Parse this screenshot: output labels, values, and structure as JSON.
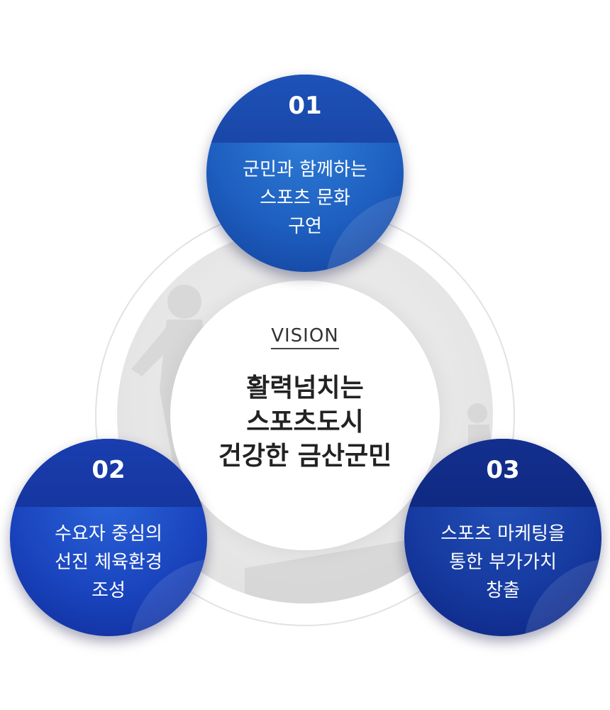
{
  "center": {
    "vision_label": "VISION",
    "lines": [
      "활력넘치는",
      "스포츠도시",
      "건강한 금산군민"
    ]
  },
  "goals": [
    {
      "number": "01",
      "lines": [
        "군민과 함께하는",
        "스포츠 문화",
        "구연"
      ]
    },
    {
      "number": "02",
      "lines": [
        "수요자 중심의",
        "선진 체육환경",
        "조성"
      ]
    },
    {
      "number": "03",
      "lines": [
        "스포츠 마케팅을",
        "통한 부가가치",
        "창출"
      ]
    }
  ],
  "colors": {
    "bubble_01": "#1e5fc0",
    "bubble_02": "#1a45bf",
    "bubble_03": "#163aa0",
    "ring": "#e2e2e2"
  }
}
